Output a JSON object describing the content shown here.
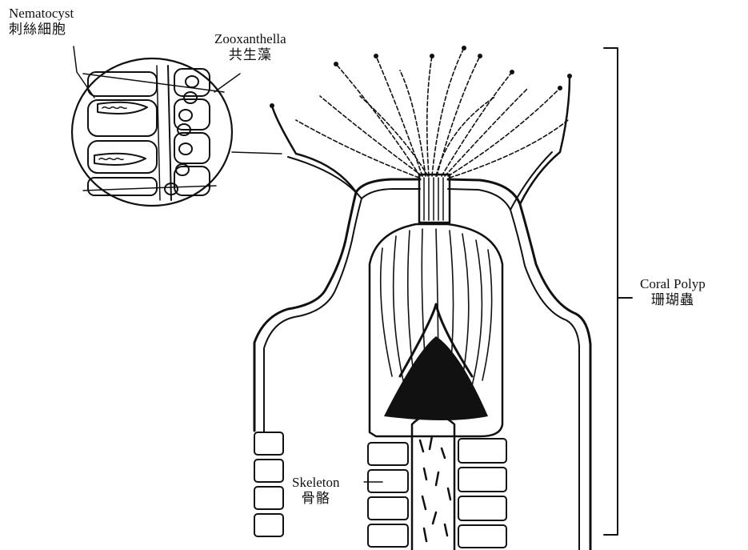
{
  "labels": {
    "nematocyst": {
      "en": "Nematocyst",
      "zh": "刺絲細胞"
    },
    "zooxanthella": {
      "en": "Zooxanthella",
      "zh": "共生藻"
    },
    "coral_polyp": {
      "en": "Coral Polyp",
      "zh": "珊瑚蟲"
    },
    "skeleton": {
      "en": "Skeleton",
      "zh": "骨骼"
    }
  },
  "colors": {
    "ink": "#111111",
    "background": "#ffffff"
  }
}
